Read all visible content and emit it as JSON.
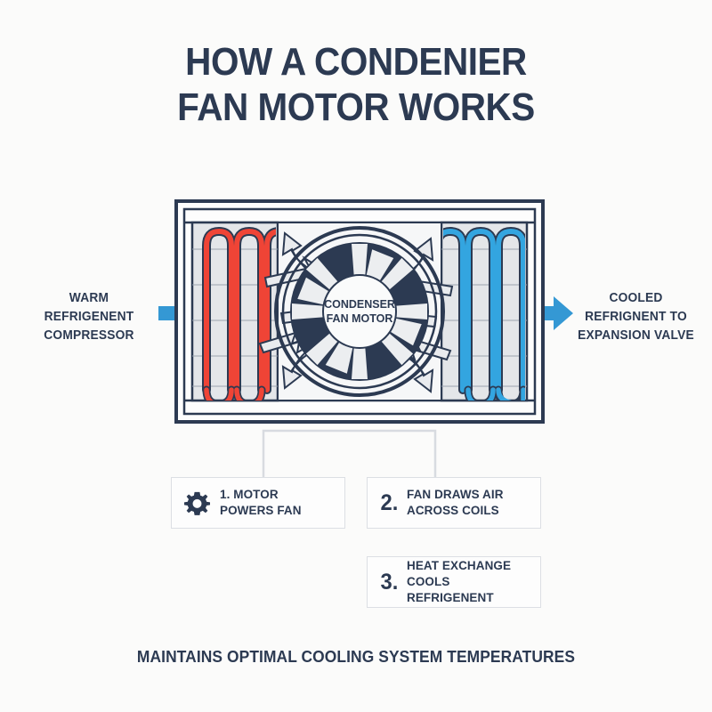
{
  "page": {
    "title_line_1": "HOW A CONDENIER",
    "title_line_2": "FAN MOTOR WORKS",
    "title_full": "HOW A CONDENIER\nFAN MOTOR WORKS",
    "footer": "MAINTAINS OPTIMAL COOLING SYSTEM TEMPERATURES",
    "background_color": "#fbfbfa"
  },
  "colors": {
    "navy": "#2c3a52",
    "dark_navy": "#253249",
    "warm_red": "#ef4436",
    "cool_blue": "#33a5e0",
    "arrow_blue": "#3498d4",
    "panel_gray": "#e4e6e9",
    "light_gray": "#f2f3f4",
    "border_gray": "#dcdfe4",
    "airflow_white": "#e9ebee"
  },
  "inlet": {
    "label": "WARM\nREFRIGENENT\nCOMPRESSOR",
    "line_1": "WARM",
    "line_2": "REFRIGENENT",
    "line_3": "COMPRESSOR",
    "arrow_icon": "arrow-right-icon",
    "arrow_color": "#3498d4"
  },
  "outlet": {
    "label": "COOLED\nREFRIGNENT TO\nEXPANSION VALVE",
    "line_1": "COOLED",
    "line_2": "REFRIGNENT TO",
    "line_3": "EXPANSION VALVE",
    "arrow_icon": "arrow-right-icon",
    "arrow_color": "#3498d4"
  },
  "unit": {
    "hub_line_1": "CONDENSER",
    "hub_line_2": "FAN MOTOR",
    "warm_coil_count": 3,
    "cool_coil_count": 3,
    "fan_blade_count": 8
  },
  "steps": [
    {
      "number": "1.",
      "icon": "gear-icon",
      "text": "1. MOTOR\nPOWERS FAN",
      "body": "1. MOTOR\nPOWERS FAN",
      "has_gear_icon": true
    },
    {
      "number": "2.",
      "icon": "",
      "text": "FAN DRAWS AIR\nACROSS COILS",
      "body": "FAN DRAWS AIR\nACROSS COILS",
      "has_gear_icon": false
    },
    {
      "number": "3.",
      "icon": "",
      "text": "HEAT EXCHANGE\nCOOLS REFRIGENENT",
      "body": "HEAT EXCHANGE\nCOOLS REFRIGENENT",
      "has_gear_icon": false
    }
  ]
}
